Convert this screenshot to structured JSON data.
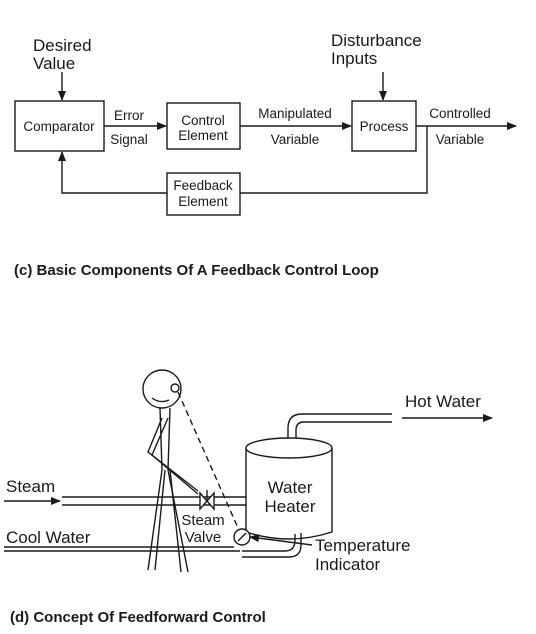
{
  "diagram_c": {
    "input_label_line1": "Desired",
    "input_label_line2": "Value",
    "disturbance_line1": "Disturbance",
    "disturbance_line2": "Inputs",
    "comparator": "Comparator",
    "error_line1": "Error",
    "error_line2": "Signal",
    "control_line1": "Control",
    "control_line2": "Element",
    "manipulated_line1": "Manipulated",
    "manipulated_line2": "Variable",
    "process": "Process",
    "controlled_line1": "Controlled",
    "controlled_line2": "Variable",
    "feedback_line1": "Feedback",
    "feedback_line2": "Element",
    "caption": "(c) Basic Components Of A Feedback Control Loop"
  },
  "diagram_d": {
    "hot_water": "Hot Water",
    "steam": "Steam",
    "cool_water": "Cool Water",
    "heater_line1": "Water",
    "heater_line2": "Heater",
    "valve_line1": "Steam",
    "valve_line2": "Valve",
    "indicator_line1": "Temperature",
    "indicator_line2": "Indicator",
    "caption": "(d) Concept Of Feedforward Control"
  }
}
